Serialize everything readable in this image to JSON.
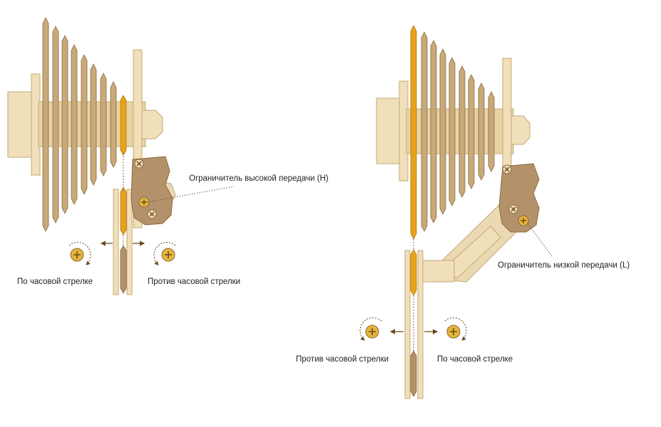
{
  "labels": {
    "high_limit": "Ограничитель высокой передачи (H)",
    "low_limit": "Ограничитель низкой передачи (L)",
    "left_clockwise": "По часовой стрелке",
    "left_counterclockwise": "Против часовой стрелки",
    "right_counterclockwise": "Против часовой стрелки",
    "right_clockwise": "По часовой стрелке"
  },
  "colors": {
    "sprocket_fill": "#c8a97a",
    "sprocket_edge": "#8a6a3a",
    "hub_fill": "#f0dfb8",
    "hub_edge": "#c4a979",
    "active_gear": "#e8a21a",
    "bracket_fill": "#b3916b",
    "screw_gold": "#e6b43a",
    "arrow": "#6b4a1e",
    "dashed": "#8a6a3a",
    "text": "#222222"
  },
  "icons": {
    "screw_head": "phillips-screw-icon",
    "rotation_arrow": "curved-arrow-icon",
    "adjust_arrow": "double-arrow-icon"
  }
}
